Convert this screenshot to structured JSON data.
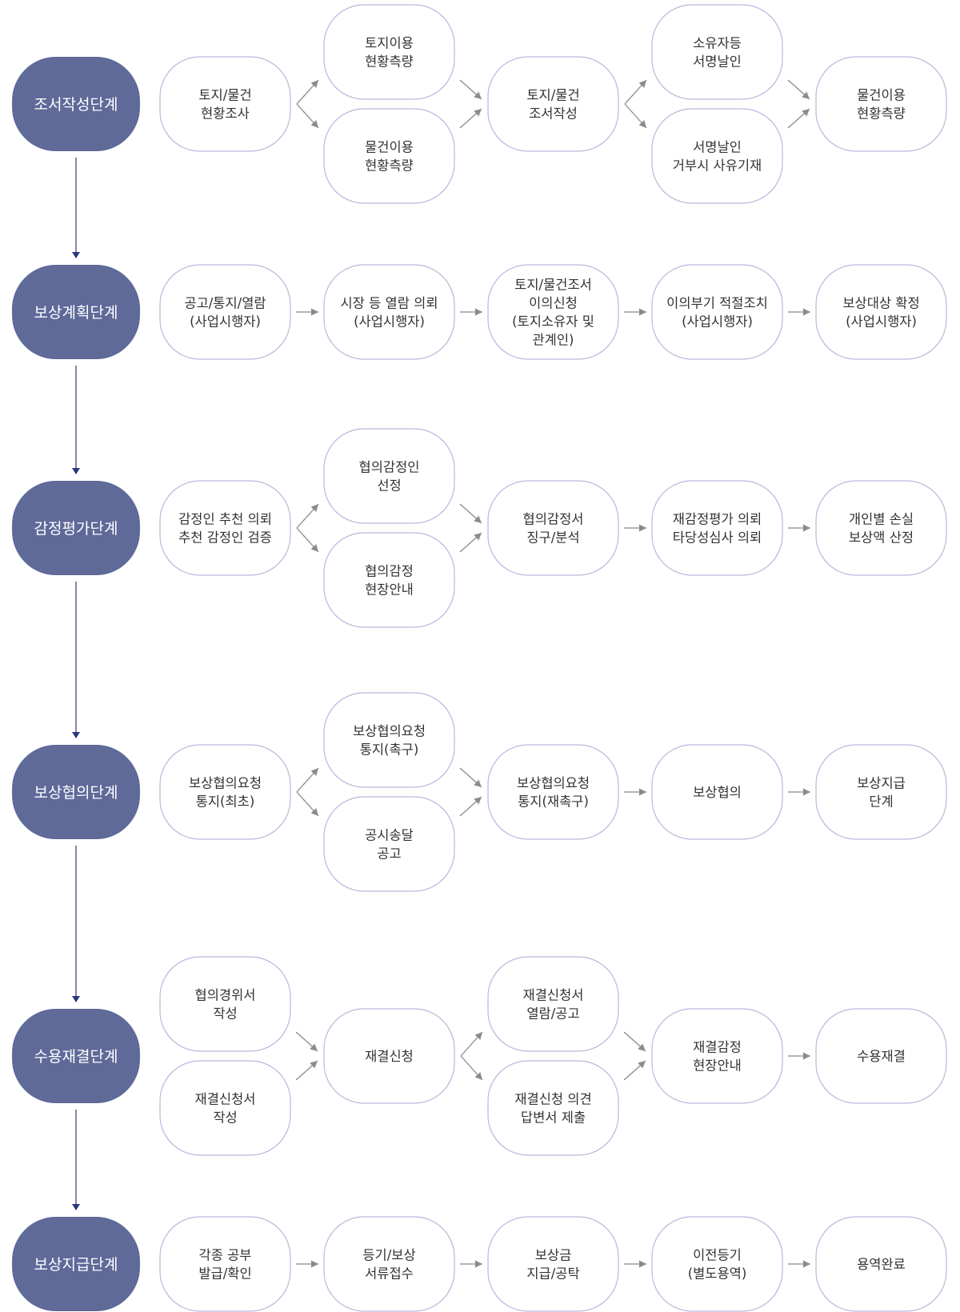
{
  "stages": [
    {
      "label": "조서작성단계",
      "nodes": [
        {
          "col": 1,
          "pos": "c",
          "lines": [
            "토지/물건",
            "현황조사"
          ]
        },
        {
          "col": 2,
          "pos": "t",
          "lines": [
            "토지이용",
            "현황측량"
          ]
        },
        {
          "col": 2,
          "pos": "b",
          "lines": [
            "물건이용",
            "현황측량"
          ]
        },
        {
          "col": 3,
          "pos": "c",
          "lines": [
            "토지/물건",
            "조서작성"
          ]
        },
        {
          "col": 4,
          "pos": "t",
          "lines": [
            "소유자등",
            "서명날인"
          ]
        },
        {
          "col": 4,
          "pos": "b",
          "lines": [
            "서명날인",
            "거부시 사유기재"
          ]
        },
        {
          "col": 5,
          "pos": "c",
          "lines": [
            "물건이용",
            "현황측량"
          ]
        }
      ],
      "links": [
        "split",
        "merge",
        "split",
        "merge"
      ]
    },
    {
      "label": "보상계획단계",
      "nodes": [
        {
          "col": 1,
          "pos": "c",
          "lines": [
            "공고/통지/열람",
            "(사업시행자)"
          ]
        },
        {
          "col": 2,
          "pos": "c",
          "lines": [
            "시장 등 열람 의뢰",
            "(사업시행자)"
          ]
        },
        {
          "col": 3,
          "pos": "c",
          "lines": [
            "토지/물건조서",
            "이의신청",
            "(토지소유자 및",
            "관계인)"
          ]
        },
        {
          "col": 4,
          "pos": "c",
          "lines": [
            "이의부기 적절조치",
            "(사업시행자)"
          ]
        },
        {
          "col": 5,
          "pos": "c",
          "lines": [
            "보상대상 확정",
            "(사업시행자)"
          ]
        }
      ],
      "links": [
        "straight",
        "straight",
        "straight",
        "straight"
      ]
    },
    {
      "label": "감정평가단계",
      "nodes": [
        {
          "col": 1,
          "pos": "c",
          "lines": [
            "감정인 추천 의뢰",
            "추천 감정인 검증"
          ]
        },
        {
          "col": 2,
          "pos": "t",
          "lines": [
            "협의감정인",
            "선정"
          ]
        },
        {
          "col": 2,
          "pos": "b",
          "lines": [
            "협의감정",
            "현장안내"
          ]
        },
        {
          "col": 3,
          "pos": "c",
          "lines": [
            "협의감정서",
            "징구/분석"
          ]
        },
        {
          "col": 4,
          "pos": "c",
          "lines": [
            "재감정평가 의뢰",
            "타당성심사 의뢰"
          ]
        },
        {
          "col": 5,
          "pos": "c",
          "lines": [
            "개인별 손실",
            "보상액 산정"
          ]
        }
      ],
      "links": [
        "split",
        "merge",
        "straight",
        "straight"
      ]
    },
    {
      "label": "보상협의단계",
      "nodes": [
        {
          "col": 1,
          "pos": "c",
          "lines": [
            "보상협의요청",
            "통지(최초)"
          ]
        },
        {
          "col": 2,
          "pos": "t",
          "lines": [
            "보상협의요청",
            "통지(촉구)"
          ]
        },
        {
          "col": 2,
          "pos": "b",
          "lines": [
            "공시송달",
            "공고"
          ]
        },
        {
          "col": 3,
          "pos": "c",
          "lines": [
            "보상협의요청",
            "통지(재촉구)"
          ]
        },
        {
          "col": 4,
          "pos": "c",
          "lines": [
            "보상협의"
          ]
        },
        {
          "col": 5,
          "pos": "c",
          "lines": [
            "보상지급",
            "단계"
          ]
        }
      ],
      "links": [
        "split",
        "merge",
        "straight",
        "straight"
      ]
    },
    {
      "label": "수용재결단계",
      "nodes": [
        {
          "col": 1,
          "pos": "t",
          "lines": [
            "협의경위서",
            "작성"
          ]
        },
        {
          "col": 1,
          "pos": "b",
          "lines": [
            "재결신청서",
            "작성"
          ]
        },
        {
          "col": 2,
          "pos": "c",
          "lines": [
            "재결신청"
          ]
        },
        {
          "col": 3,
          "pos": "t",
          "lines": [
            "재결신청서",
            "열람/공고"
          ]
        },
        {
          "col": 3,
          "pos": "b",
          "lines": [
            "재결신청 의견",
            "답변서 제출"
          ]
        },
        {
          "col": 4,
          "pos": "c",
          "lines": [
            "재결감정",
            "현장안내"
          ]
        },
        {
          "col": 5,
          "pos": "c",
          "lines": [
            "수용재결"
          ]
        }
      ],
      "links": [
        "merge",
        "split",
        "merge",
        "straight"
      ]
    },
    {
      "label": "보상지급단계",
      "nodes": [
        {
          "col": 1,
          "pos": "c",
          "lines": [
            "각종 공부",
            "발급/확인"
          ]
        },
        {
          "col": 2,
          "pos": "c",
          "lines": [
            "등기/보상",
            "서류접수"
          ]
        },
        {
          "col": 3,
          "pos": "c",
          "lines": [
            "보상금",
            "지급/공탁"
          ]
        },
        {
          "col": 4,
          "pos": "c",
          "lines": [
            "이전등기",
            "(별도용역)"
          ]
        },
        {
          "col": 5,
          "pos": "c",
          "lines": [
            "용역완료"
          ]
        }
      ],
      "links": [
        "straight",
        "straight",
        "straight",
        "straight"
      ]
    }
  ],
  "colors": {
    "stage_fill": "#5f6a99",
    "step_border": "#b6b8dc",
    "connector": "#2a3a7a",
    "arrow": "#8a8a8a"
  }
}
